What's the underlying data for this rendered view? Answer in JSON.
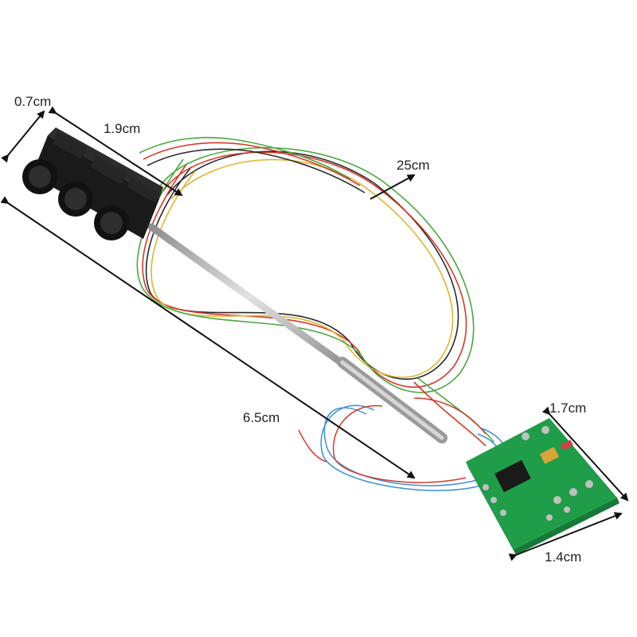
{
  "dimensions": {
    "head_width": "0.7cm",
    "head_depth": "1.9cm",
    "wire_length": "25cm",
    "pole_length": "6.5cm",
    "board_height": "1.7cm",
    "board_width": "1.4cm"
  },
  "colors": {
    "background": "#ffffff",
    "arrow": "#111111",
    "signal_head": "#1a1a1a",
    "pole": "#b5b5b5",
    "pcb": "#1f9d48",
    "wire_red": "#d23a2a",
    "wire_green": "#4aa83c",
    "wire_yellow": "#e0b530",
    "wire_black": "#2a2a2a",
    "wire_blue": "#3f8fd6"
  }
}
